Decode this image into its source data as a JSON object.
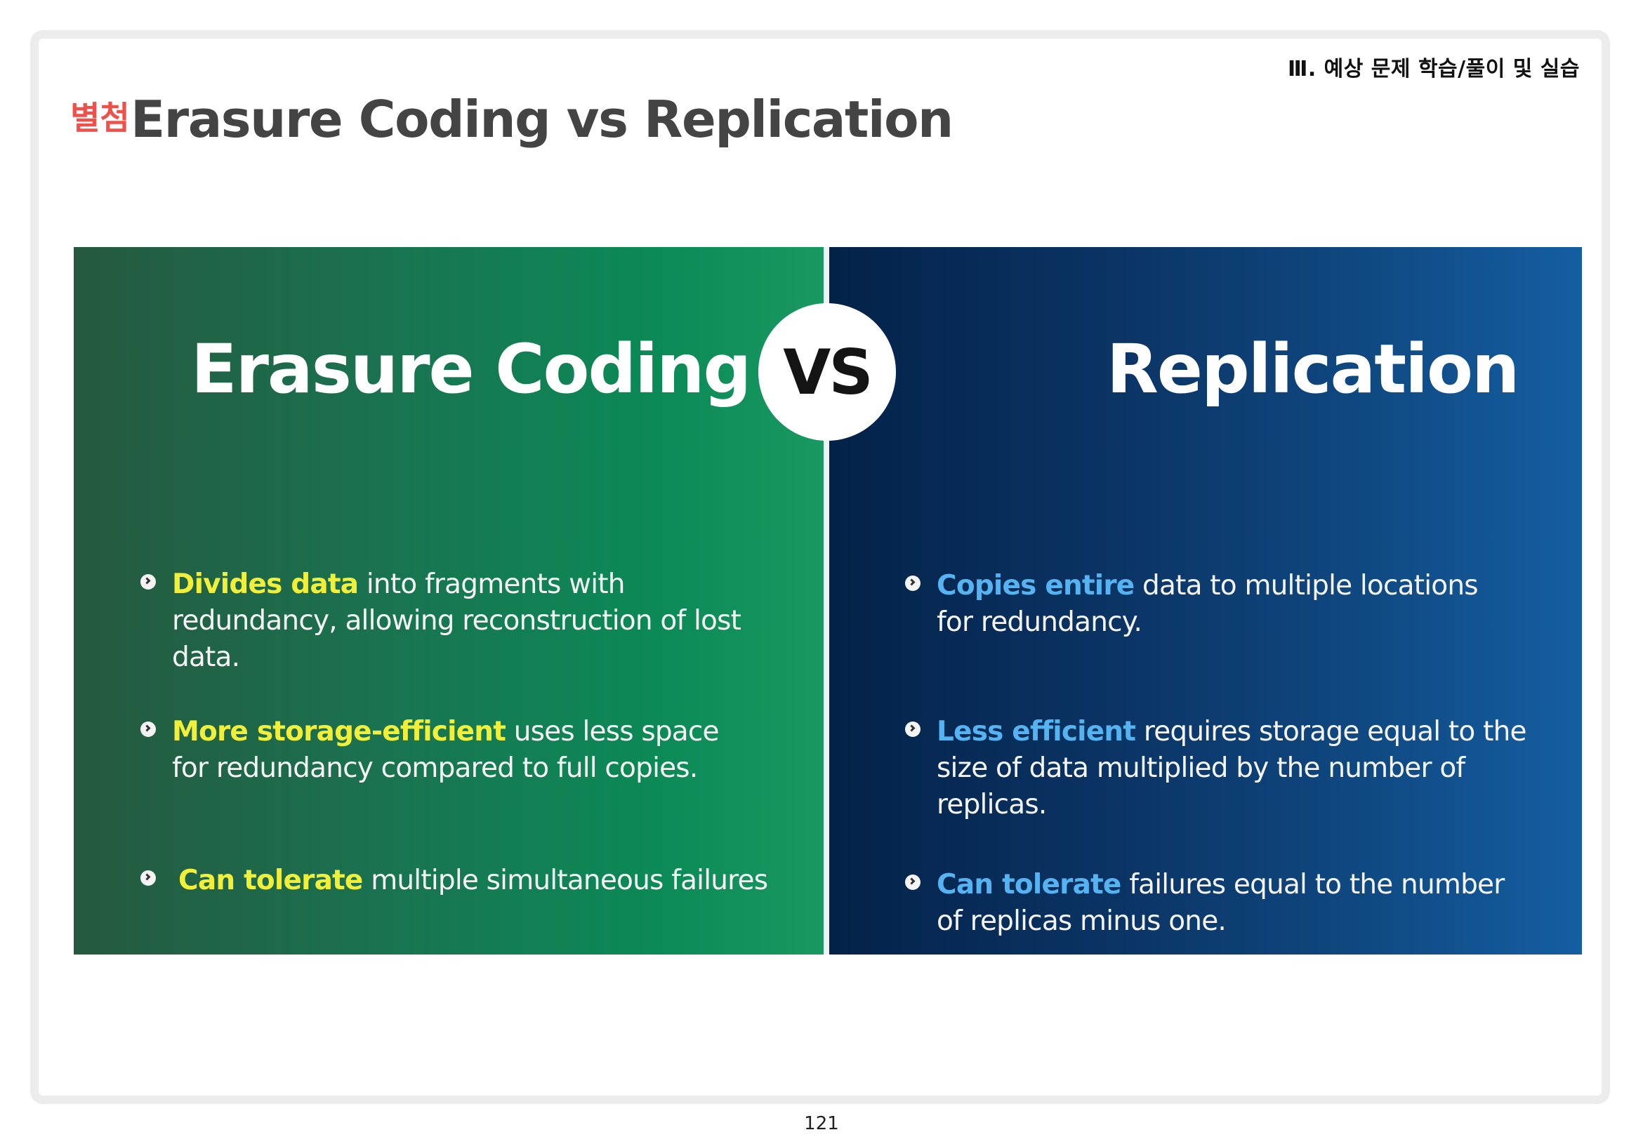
{
  "header": {
    "section": "Ⅲ. 예상 문제 학습/풀이 및 실습"
  },
  "title": {
    "prefix": "별첨",
    "main": "Erasure Coding vs Replication"
  },
  "vs_label": "VS",
  "panels": {
    "left": {
      "title": "Erasure Coding",
      "accent_color": "#f2ef38",
      "bullets": [
        {
          "highlight": "Divides data",
          "text": " into fragments with redundancy, allowing reconstruction of lost data."
        },
        {
          "highlight": "More storage-efficient",
          "text": " uses less space for redundancy compared to full copies."
        },
        {
          "highlight": "Can tolerate",
          "text": " multiple simultaneous failures"
        }
      ]
    },
    "right": {
      "title": "Replication",
      "accent_color": "#56b3f2",
      "bullets": [
        {
          "highlight": "Copies entire",
          "text": " data to multiple locations for redundancy."
        },
        {
          "highlight": "Less efficient",
          "text": " requires storage equal to the size of data multiplied by the number of replicas."
        },
        {
          "highlight": "Can tolerate",
          "text": " failures equal to the number of replicas minus one."
        }
      ]
    }
  },
  "footer": {
    "page_number": "121"
  }
}
